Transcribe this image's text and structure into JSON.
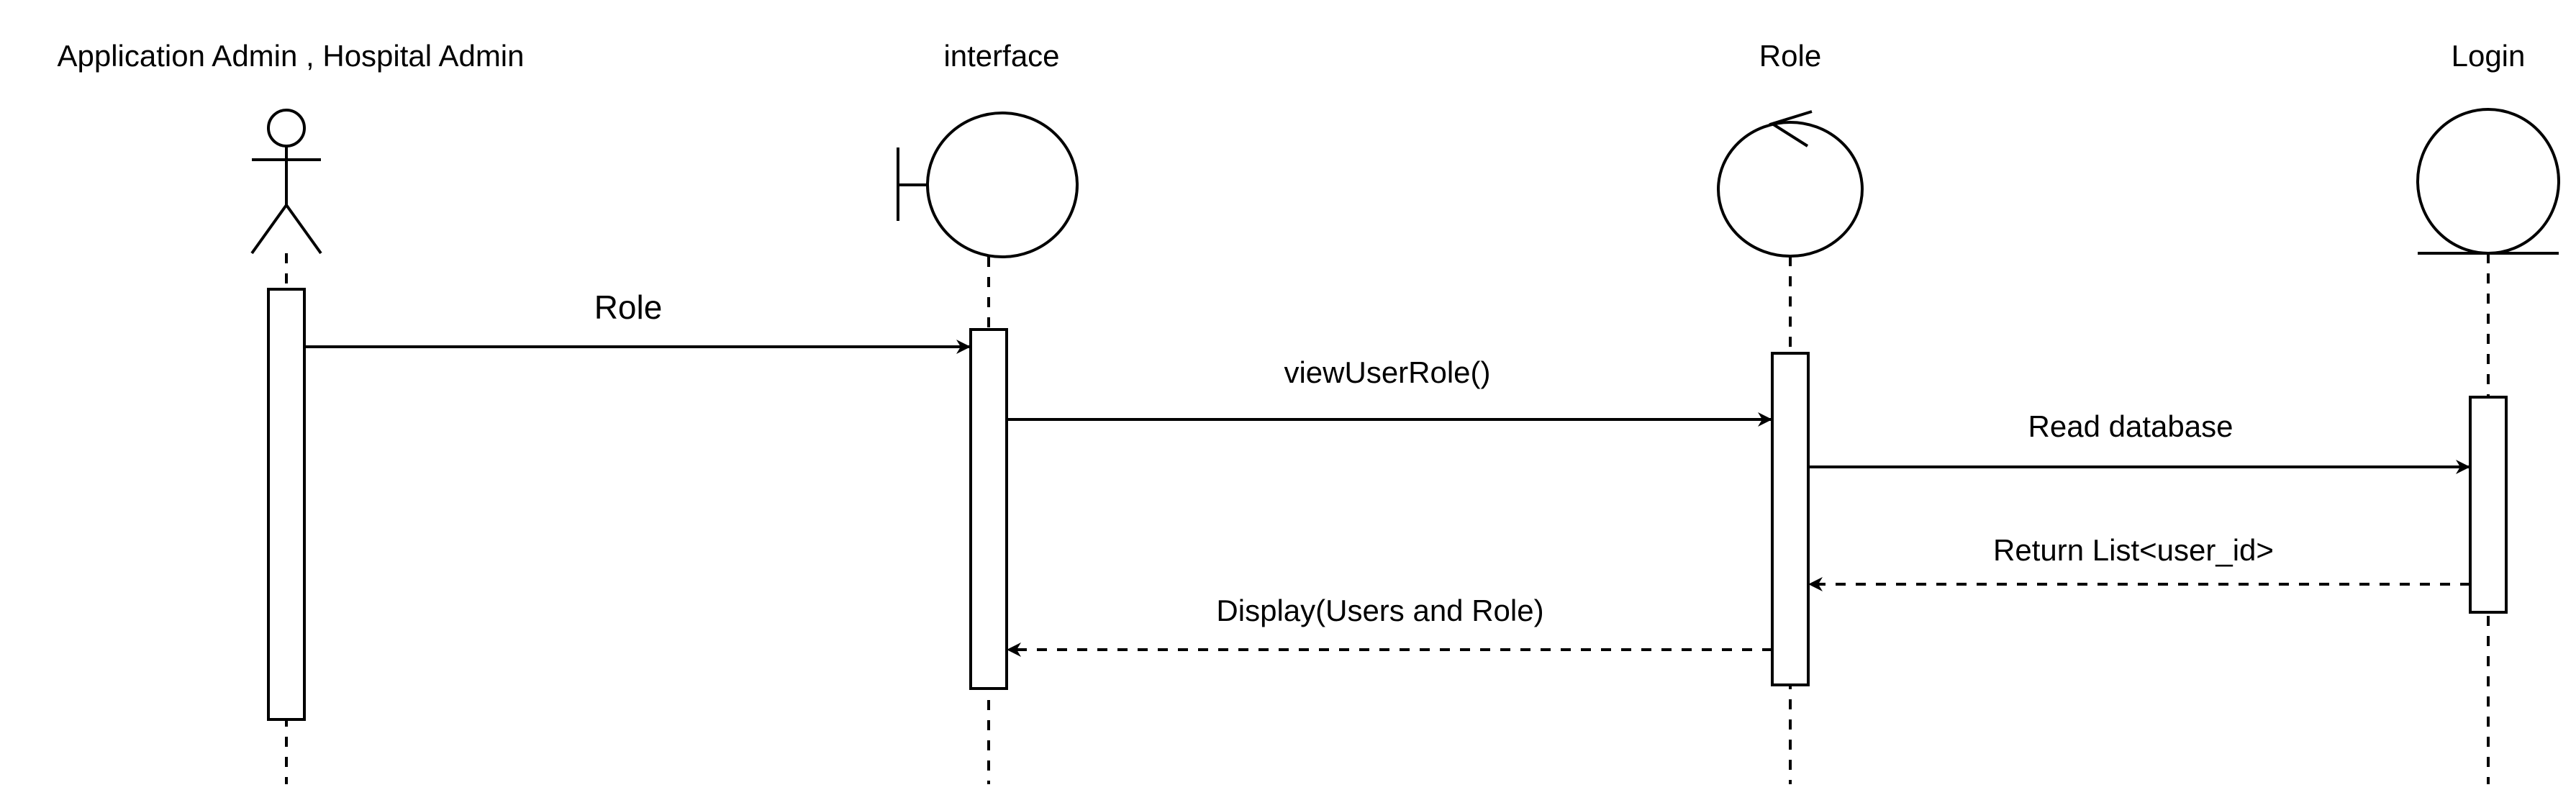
{
  "participants": [
    {
      "id": "actor",
      "kind": "actor",
      "label": "Application Admin , Hospital Admin"
    },
    {
      "id": "interface",
      "kind": "boundary",
      "label": "interface"
    },
    {
      "id": "role",
      "kind": "control",
      "label": "Role"
    },
    {
      "id": "login",
      "kind": "entity",
      "label": "Login"
    }
  ],
  "messages": [
    {
      "id": "msg-role",
      "from": "actor",
      "to": "interface",
      "label": "Role",
      "style": "solid"
    },
    {
      "id": "msg-view-user-role",
      "from": "interface",
      "to": "role",
      "label": "viewUserRole()",
      "style": "solid"
    },
    {
      "id": "msg-read-database",
      "from": "role",
      "to": "login",
      "label": "Read database",
      "style": "solid"
    },
    {
      "id": "msg-return-list",
      "from": "login",
      "to": "role",
      "label": "Return List<user_id>",
      "style": "dashed"
    },
    {
      "id": "msg-display",
      "from": "role",
      "to": "interface",
      "label": "Display(Users and Role)",
      "style": "dashed"
    }
  ],
  "colors": {
    "stroke": "#000000",
    "background": "#ffffff"
  }
}
